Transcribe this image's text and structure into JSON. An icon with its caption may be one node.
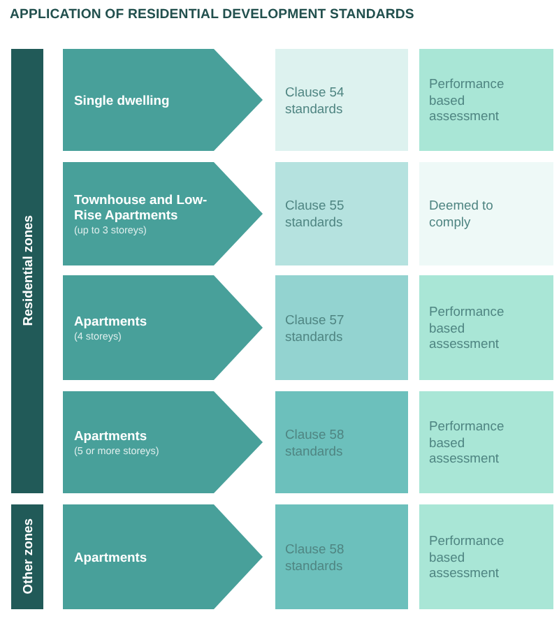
{
  "diagram": {
    "title": "APPLICATION OF RESIDENTIAL DEVELOPMENT STANDARDS",
    "nodes": [
      {
        "text": [
          "Residential zones"
        ]
      },
      {
        "text": [
          "Single dwelling"
        ]
      },
      {
        "text": [
          "Clause 54 standards"
        ]
      },
      {
        "text": [
          "Performance based assessment"
        ]
      },
      {
        "text": [
          "Townhouse and Low-Rise Apartments",
          "(up to 3 storeys)"
        ]
      },
      {
        "text": [
          "Clause 55 standards"
        ]
      },
      {
        "text": [
          "Deemed to comply"
        ]
      },
      {
        "text": [
          "Apartments",
          "(4 storeys)"
        ]
      },
      {
        "text": [
          "Clause 57 standards"
        ]
      },
      {
        "text": [
          "Performance based assessment"
        ]
      },
      {
        "text": [
          "Apartments",
          "(5 or more storeys)"
        ]
      },
      {
        "text": [
          "Clause 58 standards"
        ]
      },
      {
        "text": [
          "Performance based assessment"
        ]
      },
      {
        "text": [
          "Other zones"
        ]
      },
      {
        "text": [
          "Apartments"
        ]
      },
      {
        "text": [
          "Clause 58 standards"
        ]
      },
      {
        "text": [
          "Performance based assessment"
        ]
      }
    ]
  }
}
